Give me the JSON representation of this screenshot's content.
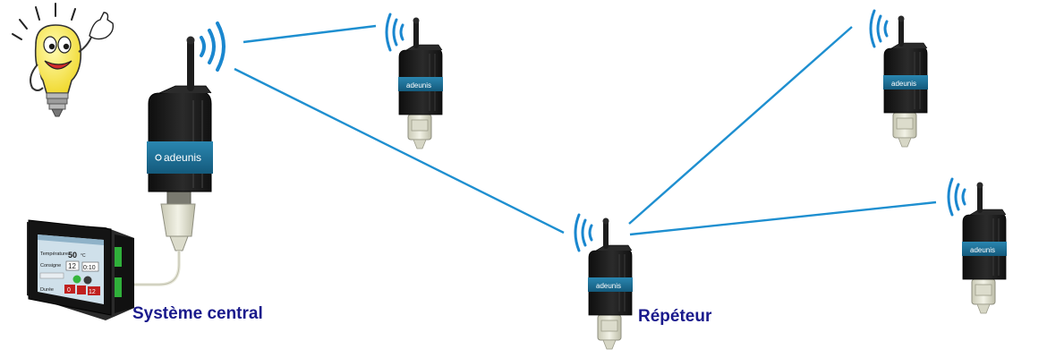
{
  "labels": {
    "central_system": "Système central",
    "repeater": "Répéteur"
  },
  "device": {
    "brand": "adeunis"
  },
  "hmi_screen": {
    "row1_label": "Température",
    "row1_value": "50",
    "row1_unit": "°C",
    "row2_label": "Consigne",
    "row2_value_a": "12",
    "row2_value_b": "0:10",
    "row4_label": "Durée",
    "row4_value_a": "0",
    "row4_value_b": "12"
  },
  "colors": {
    "link_line": "#1e8fd0",
    "signal_waves": "#1a87cf",
    "device_body": "#1f1f1f",
    "device_band": "#1b6d93",
    "label_text": "#1a1a8c",
    "bulb": "#f7e84a"
  }
}
